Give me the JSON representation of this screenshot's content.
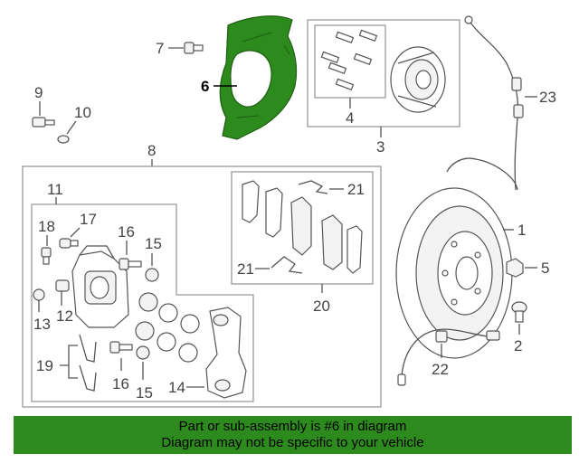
{
  "highlight_color": "#2d8a1c",
  "labels": {
    "n1": "1",
    "n2": "2",
    "n3": "3",
    "n4": "4",
    "n5": "5",
    "n6": "6",
    "n7": "7",
    "n8": "8",
    "n9": "9",
    "n10": "10",
    "n11": "11",
    "n12": "12",
    "n13": "13",
    "n14": "14",
    "n15a": "15",
    "n15b": "15",
    "n16a": "16",
    "n16b": "16",
    "n17": "17",
    "n18": "18",
    "n19": "19",
    "n20": "20",
    "n21a": "21",
    "n21b": "21",
    "n22": "22",
    "n23": "23"
  },
  "banner": {
    "line1": "Part or sub-assembly is #6 in diagram",
    "line2": "Diagram may not be specific to your vehicle"
  }
}
